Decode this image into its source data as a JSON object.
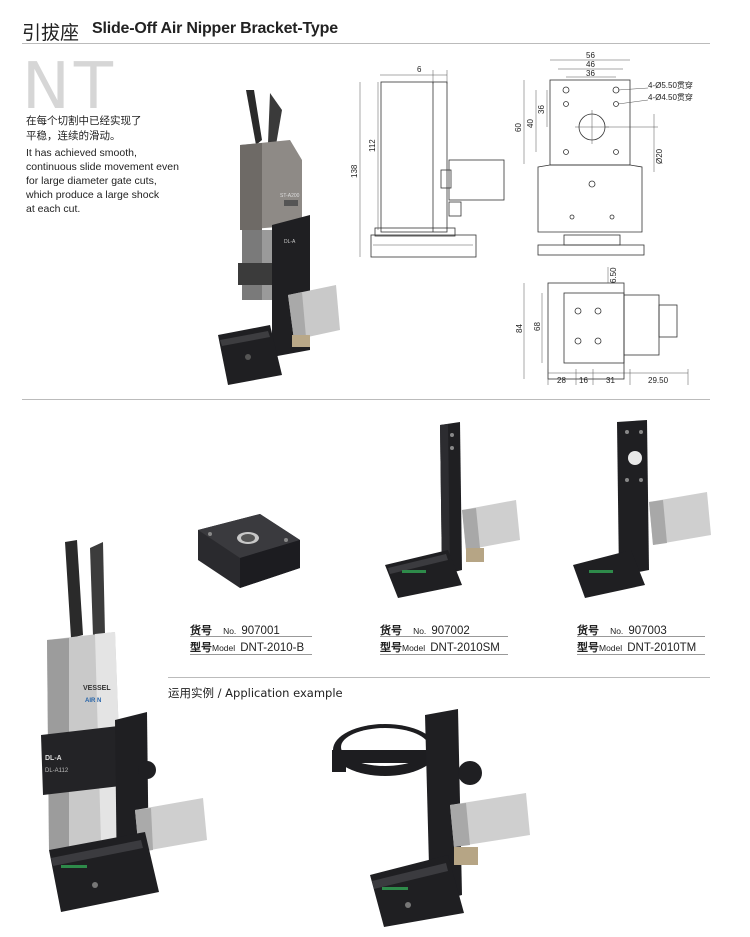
{
  "header": {
    "title_cn": "引拔座",
    "title_en": "Slide-Off Air Nipper Bracket-Type",
    "series_code": "NT"
  },
  "description": {
    "cn_line1": "在每个切割中已经实现了",
    "cn_line2": "平稳，连续的滑动。",
    "en_lines": [
      "It has achieved smooth,",
      "continuous slide movement even",
      "for large diameter gate cuts,",
      "which produce a large shock",
      "at each cut."
    ]
  },
  "drawing": {
    "side_view": {
      "top_width": "6",
      "height_total": "138",
      "height_upper": "112"
    },
    "front_view": {
      "width_56": "56",
      "width_46": "46",
      "width_36": "36",
      "height_60": "60",
      "height_40": "40",
      "height_36": "36",
      "hole_a": "4-Ø5.50贯穿",
      "hole_b": "4-Ø4.50贯穿",
      "bore": "Ø20"
    },
    "top_view": {
      "h84": "84",
      "h68": "68",
      "offset": "6.50",
      "bottom_dims": [
        "28",
        "16",
        "31",
        "29.50"
      ]
    },
    "part_label_1": "ST-A200",
    "part_label_2": "DL-A",
    "part_label_3": "DL-A112"
  },
  "products": [
    {
      "no_label_cn": "货号",
      "no_label_en": "No.",
      "no": "907001",
      "model_label_cn": "型号",
      "model_label_en": "Model",
      "model": "DNT-2010-B"
    },
    {
      "no_label_cn": "货号",
      "no_label_en": "No.",
      "no": "907002",
      "model_label_cn": "型号",
      "model_label_en": "Model",
      "model": "DNT-2010SM"
    },
    {
      "no_label_cn": "货号",
      "no_label_en": "No.",
      "no": "907003",
      "model_label_cn": "型号",
      "model_label_en": "Model",
      "model": "DNT-2010TM"
    }
  ],
  "application": {
    "label": "运用实例 / Application example"
  },
  "photo_labels": {
    "vessel": "VESSEL",
    "air": "AIR N",
    "dla": "DL-A",
    "dla112": "DL-A112"
  },
  "colors": {
    "metal_dark": "#1f1f22",
    "metal_silver": "#c8c8c8",
    "rail_green": "#2e8a4a"
  }
}
